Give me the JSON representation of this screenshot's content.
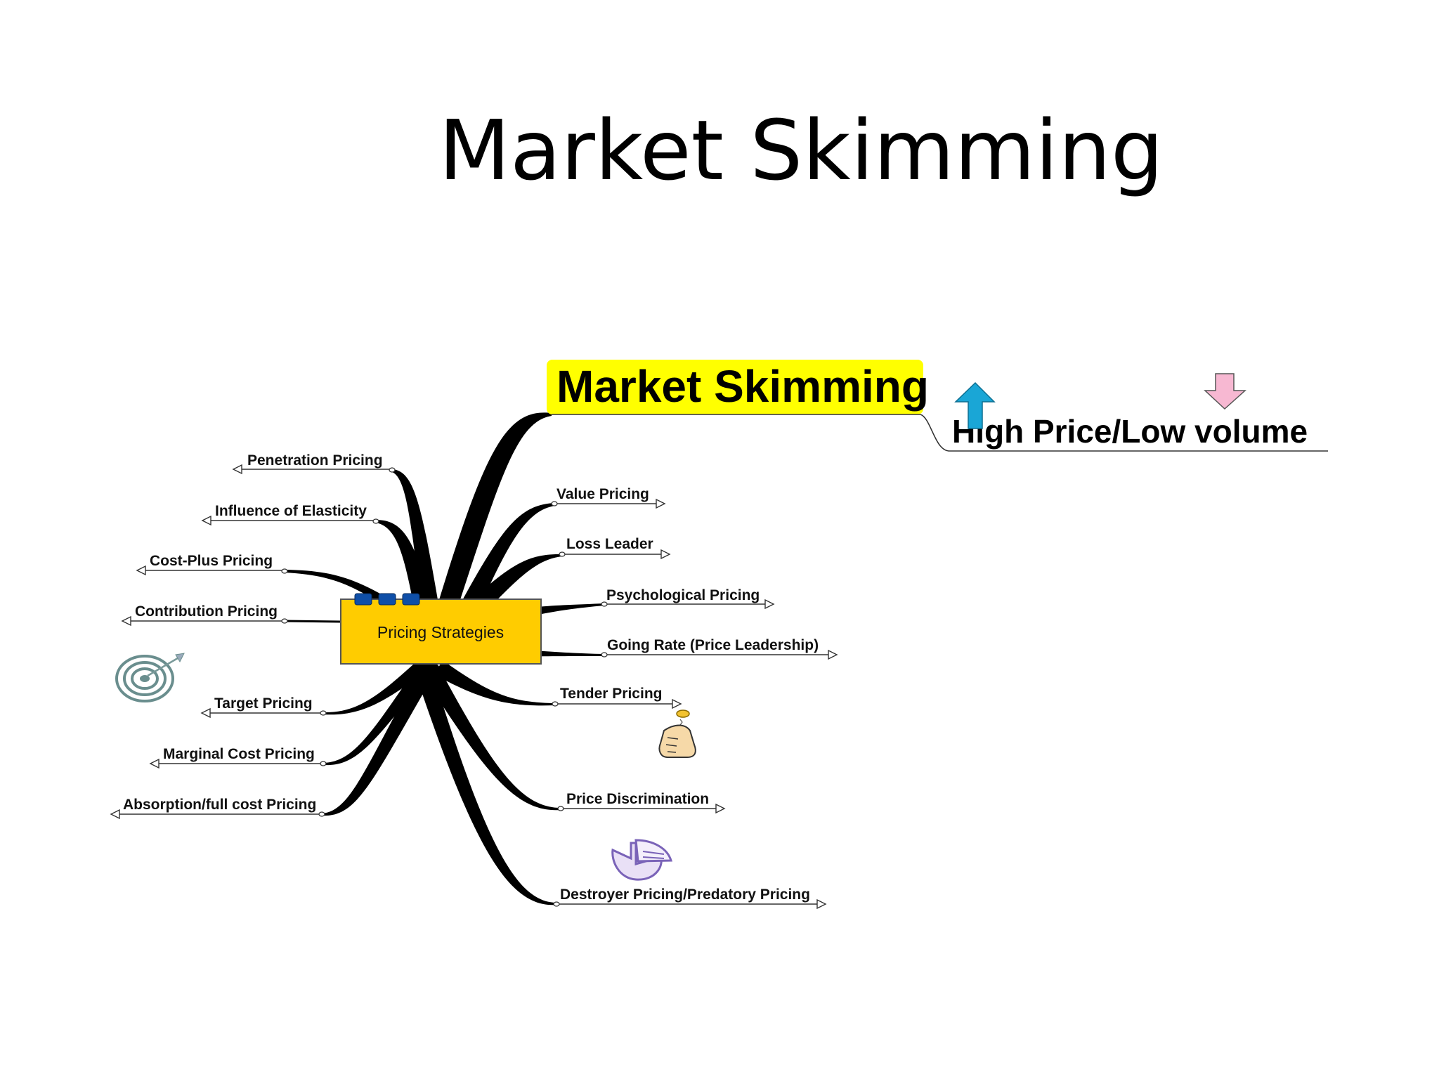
{
  "slide": {
    "title": "Market Skimming"
  },
  "mindmap": {
    "center": {
      "label": "Pricing Strategies"
    },
    "highlight": {
      "label": "Market Skimming"
    },
    "detail": {
      "label": "High Price/Low volume"
    },
    "left_branches": [
      {
        "label": "Penetration Pricing"
      },
      {
        "label": "Influence of Elasticity"
      },
      {
        "label": "Cost-Plus Pricing"
      },
      {
        "label": "Contribution Pricing"
      },
      {
        "label": "Target Pricing"
      },
      {
        "label": "Marginal Cost Pricing"
      },
      {
        "label": "Absorption/full cost Pricing"
      }
    ],
    "right_branches": [
      {
        "label": "Value Pricing"
      },
      {
        "label": "Loss Leader"
      },
      {
        "label": "Psychological Pricing"
      },
      {
        "label": "Going Rate (Price Leadership)"
      },
      {
        "label": "Tender Pricing"
      },
      {
        "label": "Price Discrimination"
      },
      {
        "label": "Destroyer Pricing/Predatory Pricing"
      }
    ],
    "icons": [
      "up-arrow-icon",
      "down-arrow-icon",
      "target-icon",
      "thumbs-up-coin-icon",
      "pie-chart-icon"
    ],
    "colors": {
      "center_fill": "#FFCC00",
      "highlight_fill": "#FFFF00",
      "up_arrow": "#1AA6D6",
      "down_arrow": "#F7B8D2",
      "handle_blue": "#0F4FA8"
    }
  }
}
